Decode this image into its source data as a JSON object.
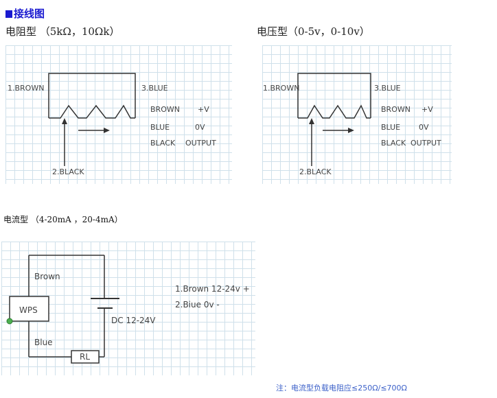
{
  "header": {
    "title": "接线图"
  },
  "resistive": {
    "title": "电阻型 （5kΩ，10Ωk）",
    "pin1": "1.BROWN",
    "pin2": "2.BLACK",
    "pin3": "3.BLUE",
    "legend": [
      {
        "wire": "BROWN",
        "value": "+V"
      },
      {
        "wire": "BLUE",
        "value": "0V"
      },
      {
        "wire": "BLACK",
        "value": "OUTPUT"
      }
    ]
  },
  "voltage": {
    "title": "电压型（0-5v，0-10v）",
    "pin1": "1.BROWN",
    "pin2": "2.BLACK",
    "pin3": "3.BLUE",
    "legend": [
      {
        "wire": "BROWN",
        "value": "+V"
      },
      {
        "wire": "BLUE",
        "value": "0V"
      },
      {
        "wire": "BLACK",
        "value": "OUTPUT"
      }
    ]
  },
  "current": {
    "title": "电流型 （4-20mA ，20-4mA）",
    "brown_label": "Brown",
    "blue_label": "Blue",
    "sensor_label": "WPS",
    "load_label": "RL",
    "supply_label": "DC 12-24V",
    "legend_1": "1.Brown  12-24v +",
    "legend_2": "2.Biue 0v -"
  },
  "footnote": "注：电流型负载电阻应≤250Ω/≤700Ω"
}
